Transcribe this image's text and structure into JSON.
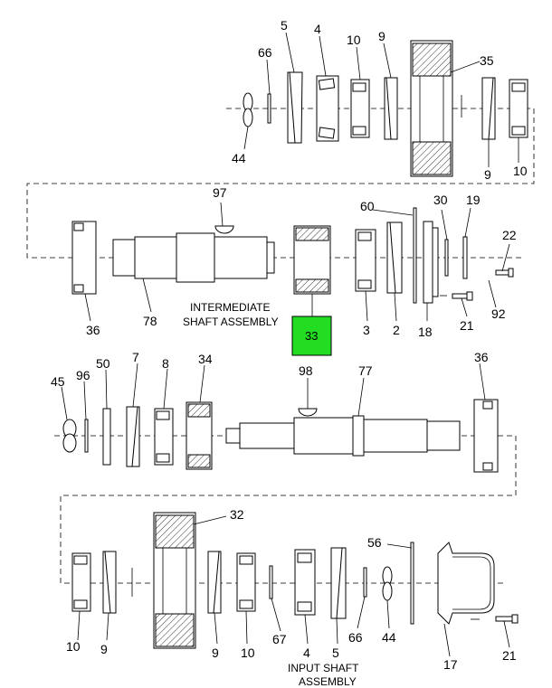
{
  "captions": {
    "intermediate_line1": "INTERMEDIATE",
    "intermediate_line2": "SHAFT ASSEMBLY",
    "input_line1": "INPUT SHAFT",
    "input_line2": "ASSEMBLY"
  },
  "highlight": {
    "label": "33",
    "color": "#22dd22"
  },
  "labels": {
    "r1": [
      "5",
      "66",
      "4",
      "10",
      "9",
      "35",
      "44",
      "9",
      "10"
    ],
    "r2": [
      "97",
      "60",
      "30",
      "19",
      "22",
      "36",
      "78",
      "3",
      "2",
      "18",
      "21",
      "92"
    ],
    "r3": [
      "45",
      "96",
      "50",
      "7",
      "8",
      "34",
      "98",
      "77",
      "36"
    ],
    "r4": [
      "32",
      "56",
      "10",
      "9",
      "9",
      "10",
      "67",
      "4",
      "5",
      "66",
      "44",
      "17",
      "21"
    ]
  }
}
